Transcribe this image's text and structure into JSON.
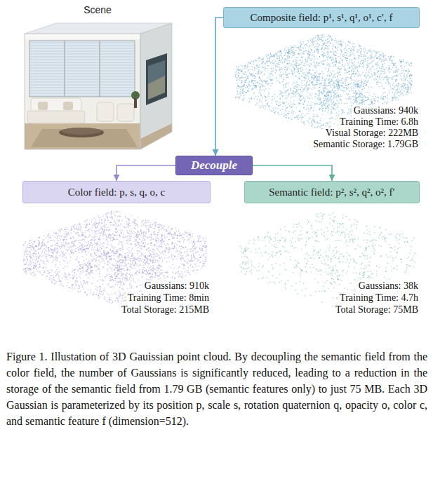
{
  "diagram": {
    "caption": "Figure 1. Illustation of 3D Gauissian point cloud. By decoupling the semantic field from the color field, the number of Gaussians is significantly reduced, leading to a reduction in the storage of the semantic field from 1.79 GB (semantic features only) to just 75 MB. Each 3D Gaussian is parameterized by its position p, scale s, rotation quaternion q, opacity o, color c, and semantic feature f (dimension=512).",
    "nodes": [
      {
        "text": [
          "Scene"
        ]
      },
      {
        "text": [
          "Composite field: p¹, s¹, q¹, o¹, c′, f"
        ]
      },
      {
        "text": [
          "Decouple"
        ]
      },
      {
        "text": [
          "Color field: p, s, q, o, c"
        ]
      },
      {
        "text": [
          "Semantic field: p², s², q², o², f′"
        ]
      }
    ],
    "edges": [
      {
        "from": 1,
        "to": 2,
        "arrow": "to"
      },
      {
        "from": 2,
        "to": 3,
        "arrow": "to"
      },
      {
        "from": 2,
        "to": 4,
        "arrow": "to"
      }
    ],
    "labels": [
      "Gaussians: 940k",
      "Training Time: 6.8h",
      "Visual Storage: 222MB",
      "Semantic Storage: 1.79GB",
      "Gaussians: 910k",
      "Training Time: 8min",
      "Total Storage: 215MB",
      "Gaussians: 38k",
      "Training Time: 4.7h",
      "Total Storage: 75MB"
    ]
  }
}
